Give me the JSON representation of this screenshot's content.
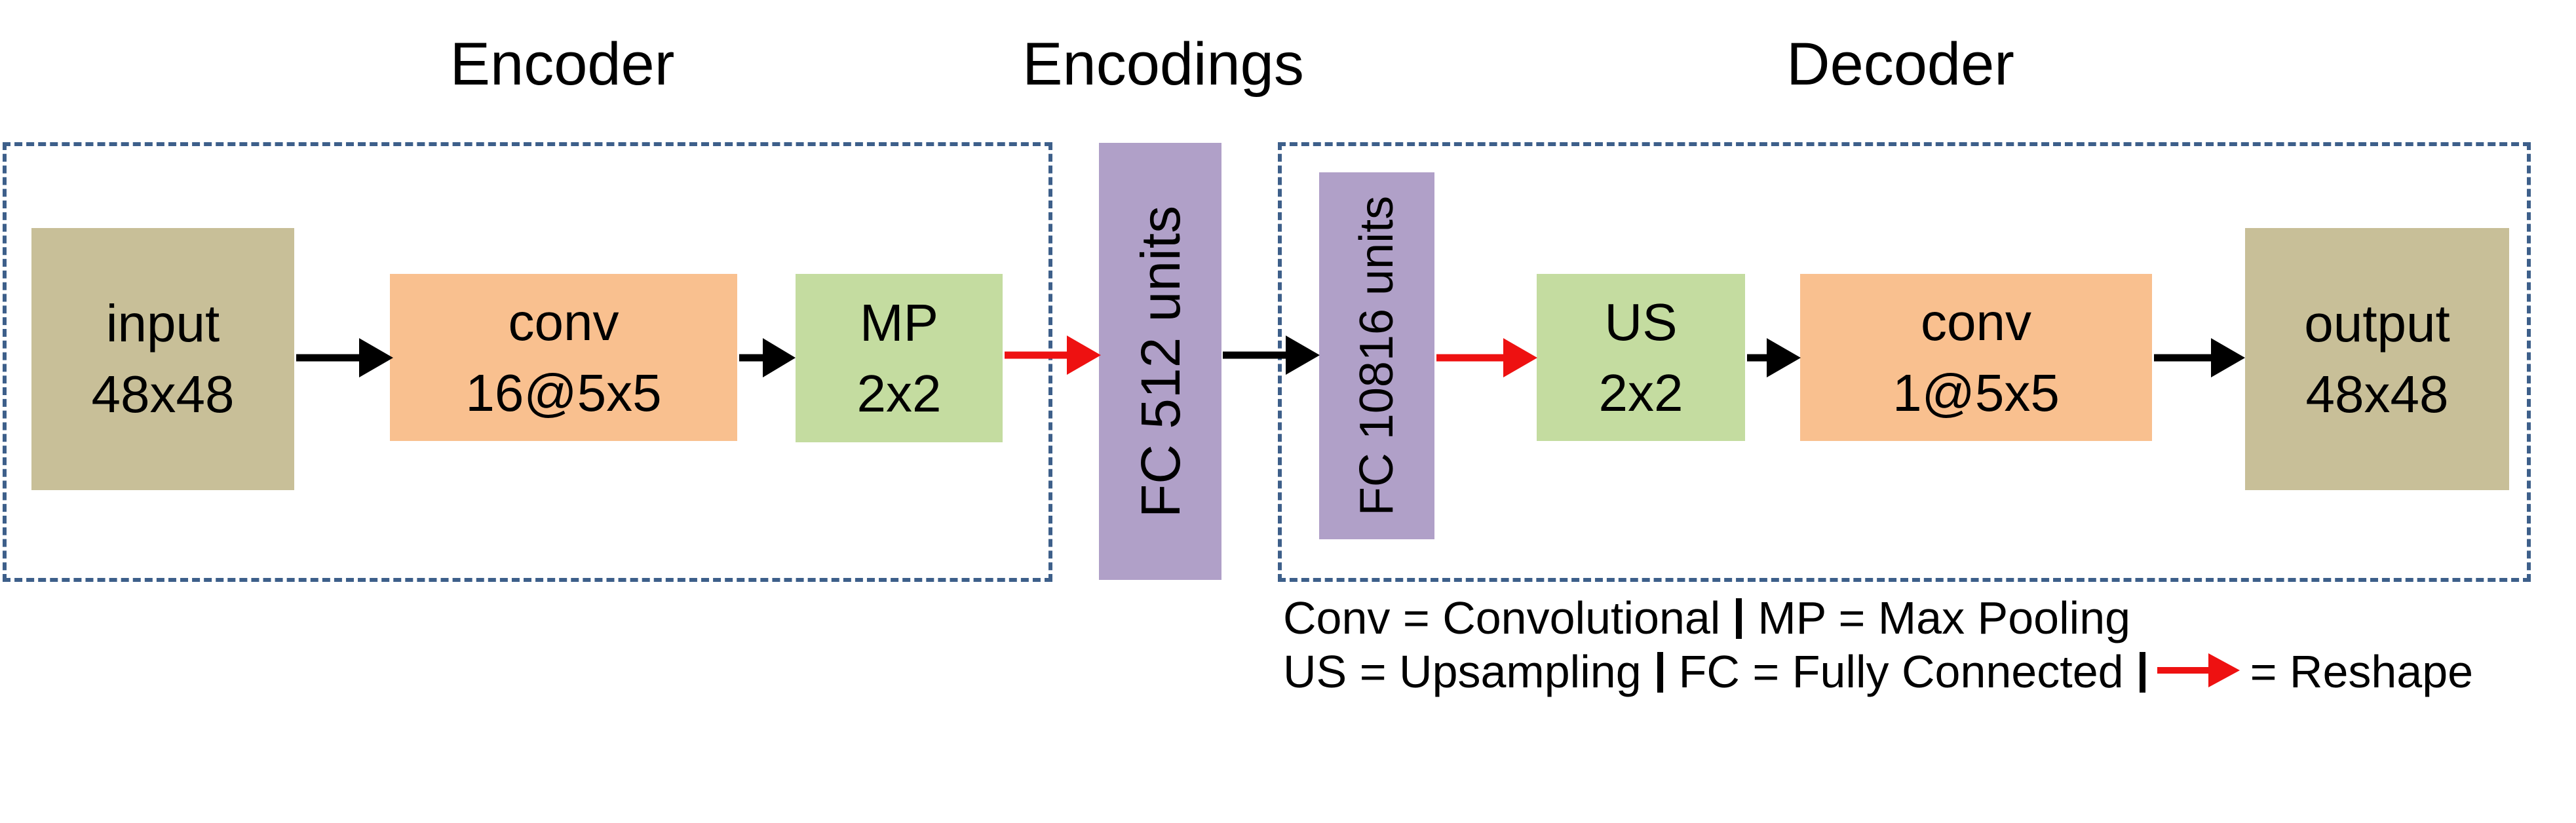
{
  "sections": {
    "encoder": "Encoder",
    "encodings": "Encodings",
    "decoder": "Decoder"
  },
  "blocks": {
    "input": {
      "line1": "input",
      "line2": "48x48"
    },
    "conv1": {
      "line1": "conv",
      "line2": "16@5x5"
    },
    "mp": {
      "line1": "MP",
      "line2": "2x2"
    },
    "fc512": {
      "label": "FC 512 units"
    },
    "fc10816": {
      "label": "FC 10816 units"
    },
    "us": {
      "line1": "US",
      "line2": "2x2"
    },
    "conv2": {
      "line1": "conv",
      "line2": "1@5x5"
    },
    "output": {
      "line1": "output",
      "line2": "48x48"
    }
  },
  "legend": {
    "line1": {
      "conv": "Conv = Convolutional",
      "mp": "MP = Max Pooling"
    },
    "line2": {
      "us": "US = Upsampling",
      "fc": "FC = Fully Connected",
      "reshape": "= Reshape"
    }
  },
  "colors": {
    "input_output": "#c8bf98",
    "conv": "#f9c08f",
    "pool_upsample": "#c4dca0",
    "fully_connected": "#b0a0c8",
    "dashed_border": "#3d5f8a",
    "arrow": "#000000",
    "reshape_arrow": "#ee1111"
  }
}
